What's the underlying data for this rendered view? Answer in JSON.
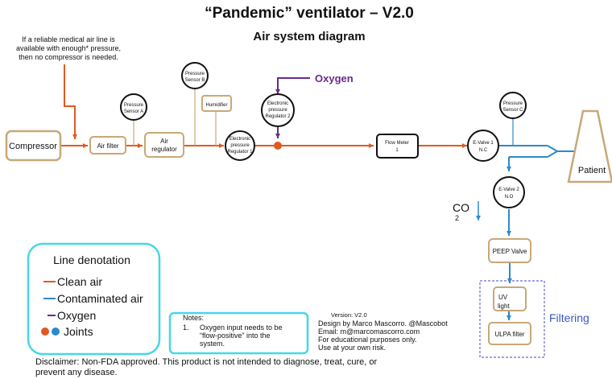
{
  "header": {
    "title": "“Pandemic” ventilator – V2.0",
    "subtitle": "Air system diagram"
  },
  "top_note": {
    "line1": "If a reliable medical air line is",
    "line2": "available with enough* pressure,",
    "line3": "then no compressor is needed."
  },
  "components": {
    "compressor": "Compressor",
    "air_filter": "Air filter",
    "air_regulator_line1": "Air",
    "air_regulator_line2": "regulator",
    "pressure_sensor_a_line1": "Pressure",
    "pressure_sensor_a_line2": "Sensor A",
    "pressure_sensor_b_line1": "Pressure",
    "pressure_sensor_b_line2": "Sensor B",
    "pressure_sensor_c_line1": "Pressure",
    "pressure_sensor_c_line2": "Sensor C",
    "humidifier": "Humidifier",
    "epr1_line1": "Electronic",
    "epr1_line2": "pressure",
    "epr1_line3": "Regulator 1",
    "epr2_line1": "Electronic",
    "epr2_line2": "pressure",
    "epr2_line3": "Regulator 2",
    "oxygen": "Oxygen",
    "flow_meter_line1": "Flow Meter",
    "flow_meter_line2": "1",
    "evalve1_line1": "E-Valve 1",
    "evalve1_line2": "N.C",
    "evalve2_line1": "E-Valve 2",
    "evalve2_line2": "N.O",
    "patient": "Patient",
    "co2_main": "CO",
    "co2_sub": "2",
    "peep_valve": "PEEP Valve",
    "uv_line1": "UV",
    "uv_line2": "light",
    "ulpa_filter": "ULPA filter",
    "filtering": "Filtering"
  },
  "legend": {
    "title": "Line denotation",
    "items": [
      {
        "label": "Clean air",
        "color": "#e05a1e",
        "kind": "line"
      },
      {
        "label": "Contaminated air",
        "color": "#2a8acb",
        "kind": "line"
      },
      {
        "label": "Oxygen",
        "color": "#6a2a8a",
        "kind": "line"
      },
      {
        "label": "Joints",
        "kind": "dots",
        "colors": [
          "#e05a1e",
          "#2a8acb"
        ]
      }
    ]
  },
  "notes": {
    "heading": "Notes:",
    "number": "1.",
    "line1": "Oxygen input needs to be",
    "line2": "“flow-positive” into the",
    "line3": "system."
  },
  "credits": {
    "version": "Version: V2.0",
    "design": "Design by Marco Mascorro. @Mascobot",
    "email": "Email: m@marcomascorro.com",
    "education": "For educational purposes only.",
    "risk": "Use at your own risk."
  },
  "disclaimer": {
    "line1": "Disclaimer: Non-FDA approved. This product is not intended to diagnose, treat, cure, or",
    "line2": "prevent any disease."
  },
  "colors": {
    "clean_air": "#e05a1e",
    "contaminated_air": "#2a8acb",
    "oxygen": "#6a2a8a",
    "box_border": "#c8a878",
    "legend_border": "#46d7e6",
    "filter_border": "#6a6ad0"
  }
}
